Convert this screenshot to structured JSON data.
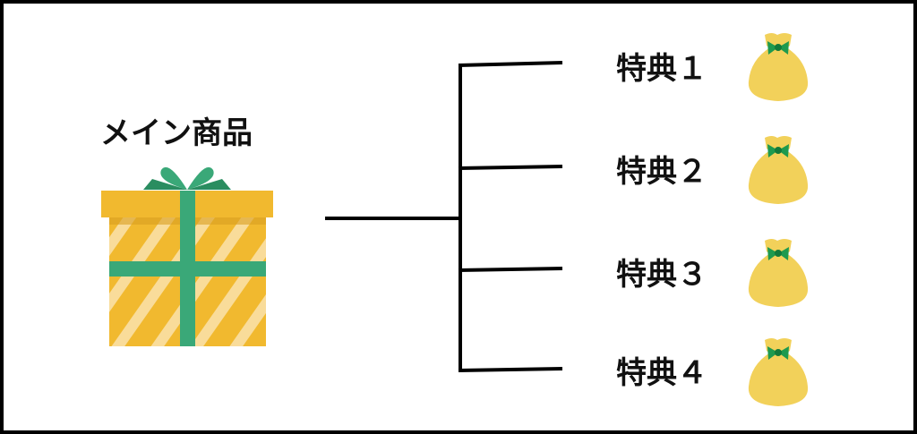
{
  "main_product": {
    "label": "メイン商品",
    "icon": "gift-box-icon"
  },
  "bonuses": [
    {
      "label": "特典１",
      "icon": "money-bag-icon"
    },
    {
      "label": "特典２",
      "icon": "money-bag-icon"
    },
    {
      "label": "特典３",
      "icon": "money-bag-icon"
    },
    {
      "label": "特典４",
      "icon": "money-bag-icon"
    }
  ],
  "colors": {
    "gift": "#f1b92f",
    "ribbon": "#3aa878",
    "stripe": "#f9dc9a",
    "bag": "#f2d15a",
    "bow": "#1e9a4e"
  }
}
